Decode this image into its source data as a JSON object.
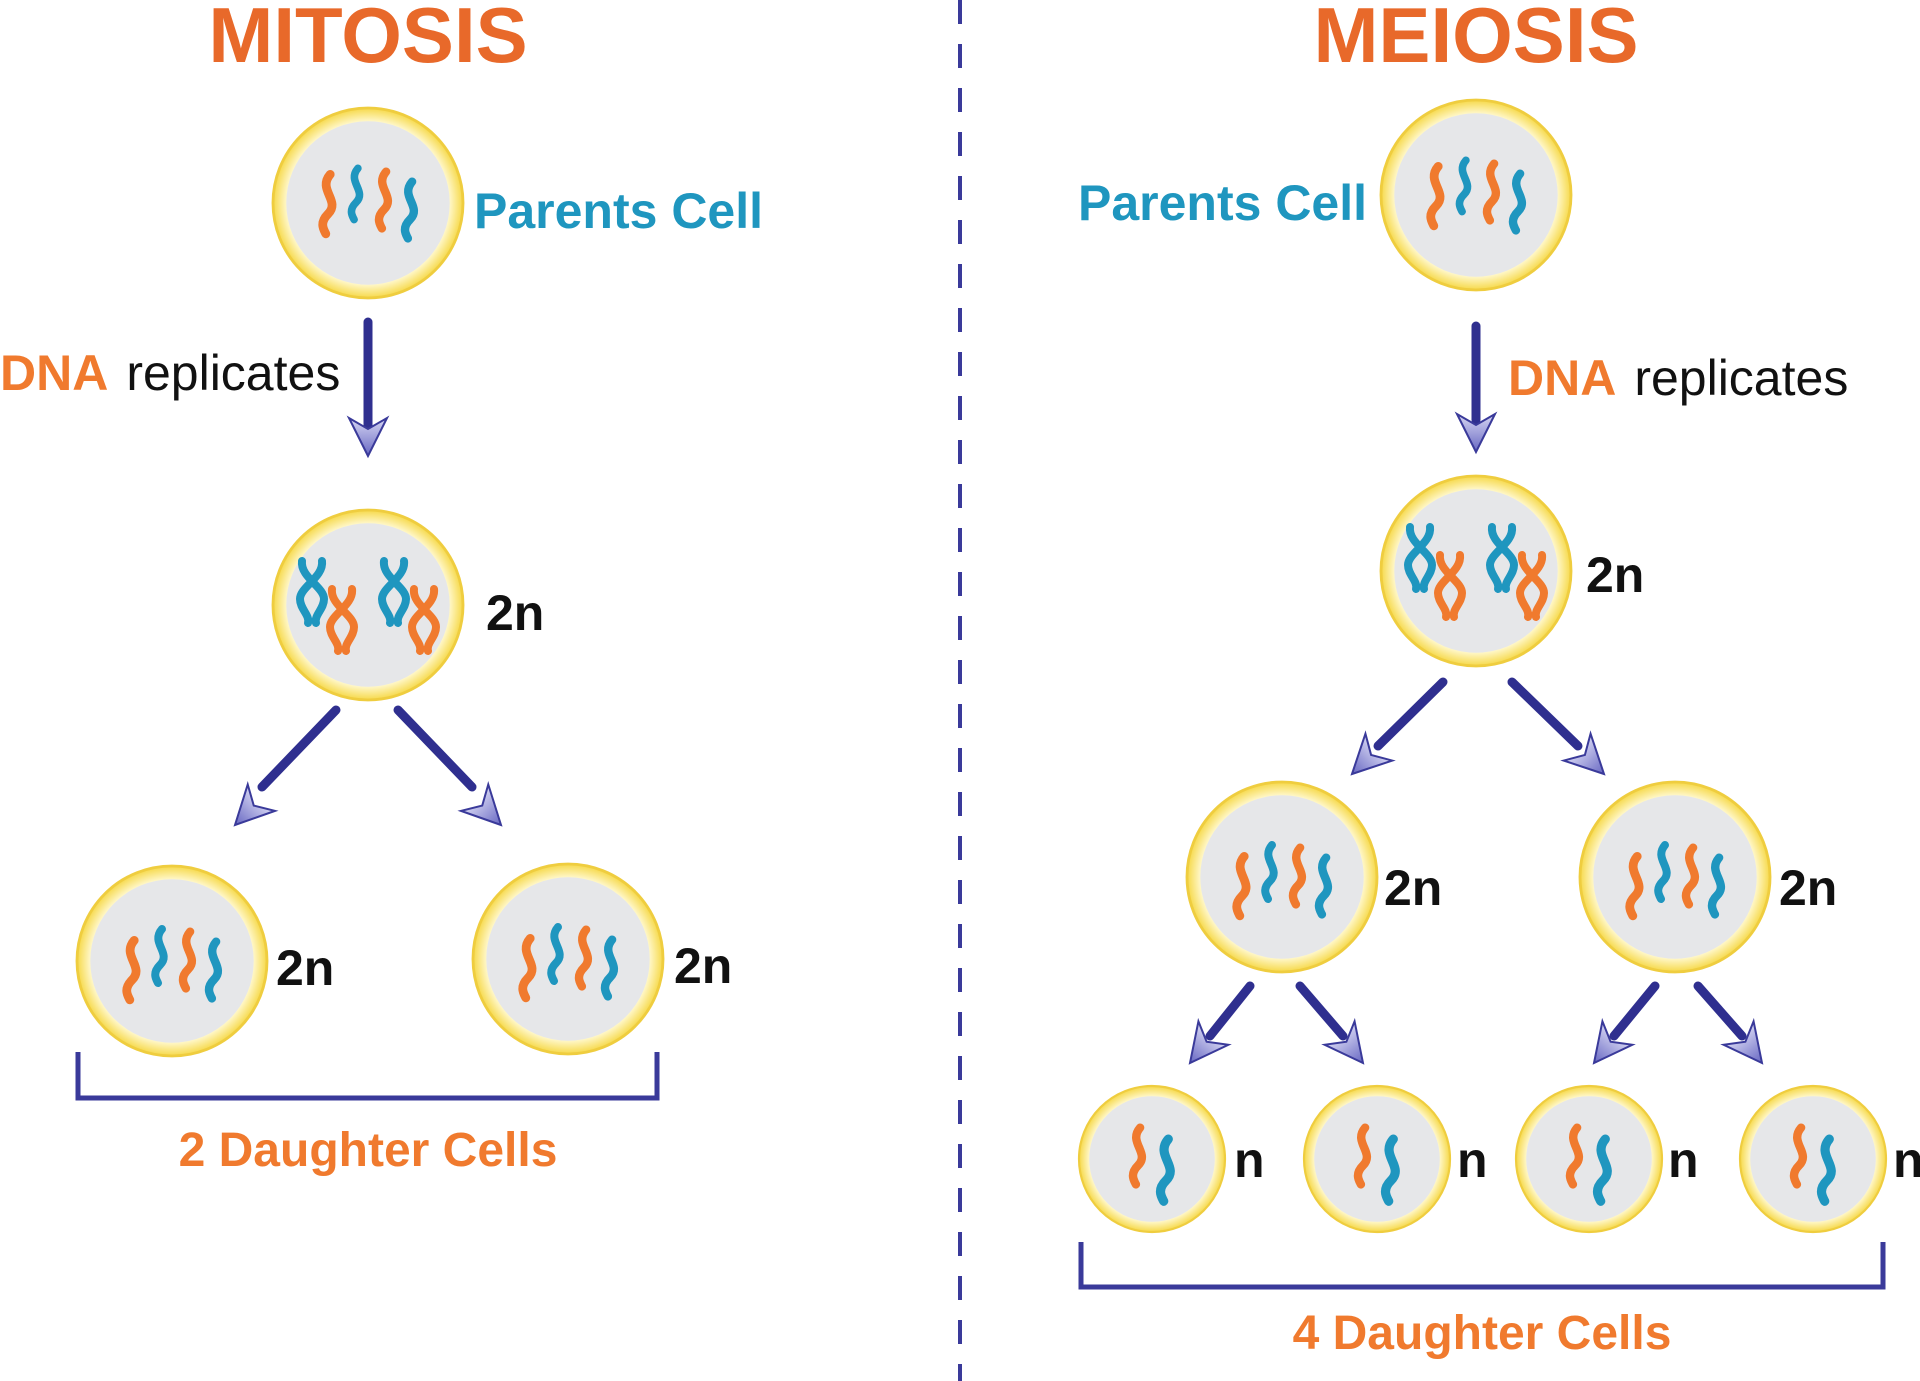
{
  "colors": {
    "orange": "#f07a2e",
    "title_orange": "#e8692a",
    "blue": "#1f96bf",
    "arrow": "#2f2f8f",
    "cell_fill": "#e6e7e9",
    "cell_ring": "#f3d54a",
    "bracket": "#3a3a9a"
  },
  "mitosis": {
    "title": "MITOSIS",
    "parent_label": "Parents Cell",
    "replicate_dna": "DNA",
    "replicate_text": "replicates",
    "ploidy_replicated": "2n",
    "ploidy_daughter_left": "2n",
    "ploidy_daughter_right": "2n",
    "daughter_label": "2 Daughter Cells"
  },
  "meiosis": {
    "title": "MEIOSIS",
    "parent_label": "Parents Cell",
    "replicate_dna": "DNA",
    "replicate_text": "replicates",
    "ploidy_replicated": "2n",
    "ploidy_mid_left": "2n",
    "ploidy_mid_right": "2n",
    "ploidy_final": [
      "n",
      "n",
      "n",
      "n"
    ],
    "daughter_label": "4 Daughter Cells"
  }
}
